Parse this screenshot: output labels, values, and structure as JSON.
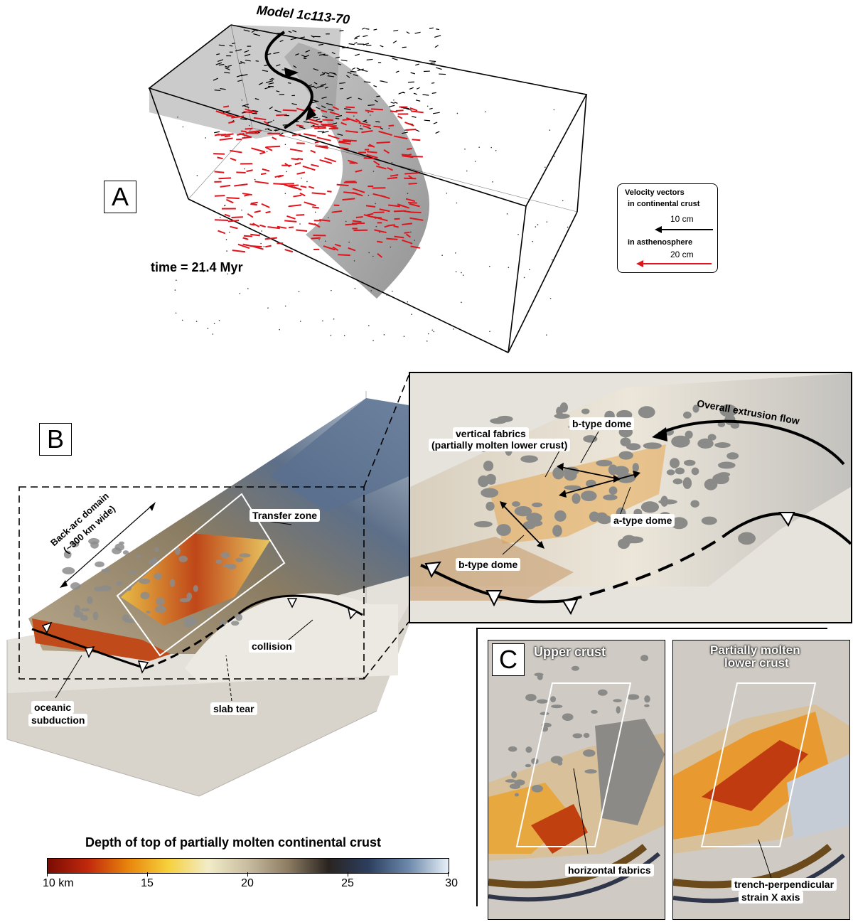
{
  "panel_a": {
    "letter": "A",
    "model_title": "Model 1c113-70",
    "time_label": "time = 21.4 Myr",
    "legend": {
      "title_line1": "Velocity vectors",
      "title_line2": "in continental crust",
      "crust_scale": "10 cm",
      "asthenosphere_label": "in asthenosphere",
      "asthenosphere_scale": "20 cm",
      "crust_arrow_color": "#000000",
      "asthenosphere_arrow_color": "#e0141c"
    }
  },
  "panel_b": {
    "letter": "B",
    "labels": {
      "back_arc_line1": "Back-arc domain",
      "back_arc_line2": "(~300 km wide)",
      "transfer_zone": "Transfer zone",
      "collision": "collision",
      "oceanic_line1": "oceanic",
      "oceanic_line2": "subduction",
      "slab_tear": "slab tear"
    },
    "inset_labels": {
      "overall_extrusion_flow": "Overall extrusion flow",
      "b_type_dome_top": "b-type dome",
      "vertical_fabrics_line1": "vertical fabrics",
      "vertical_fabrics_line2": "(partially molten lower crust)",
      "a_type_dome": "a-type dome",
      "b_type_dome_bottom": "b-type dome"
    }
  },
  "panel_c": {
    "letter": "C",
    "left_title": "Upper crust",
    "right_title_line1": "Partially molten",
    "right_title_line2": "lower crust",
    "horizontal_fabrics": "horizontal fabrics",
    "strain_line1": "trench-perpendicular",
    "strain_line2": "strain X axis"
  },
  "colorbar": {
    "title": "Depth of top of partially molten continental crust",
    "tick_labels": [
      "10 km",
      "15",
      "20",
      "25",
      "30"
    ],
    "colors": [
      "#7a0c04",
      "#c0280c",
      "#e8840c",
      "#f6d03c",
      "#f2ecc8",
      "#c8bca0",
      "#8c7c62",
      "#2a2420",
      "#2c3e5e",
      "#6c88aa",
      "#e8f0f8"
    ]
  }
}
